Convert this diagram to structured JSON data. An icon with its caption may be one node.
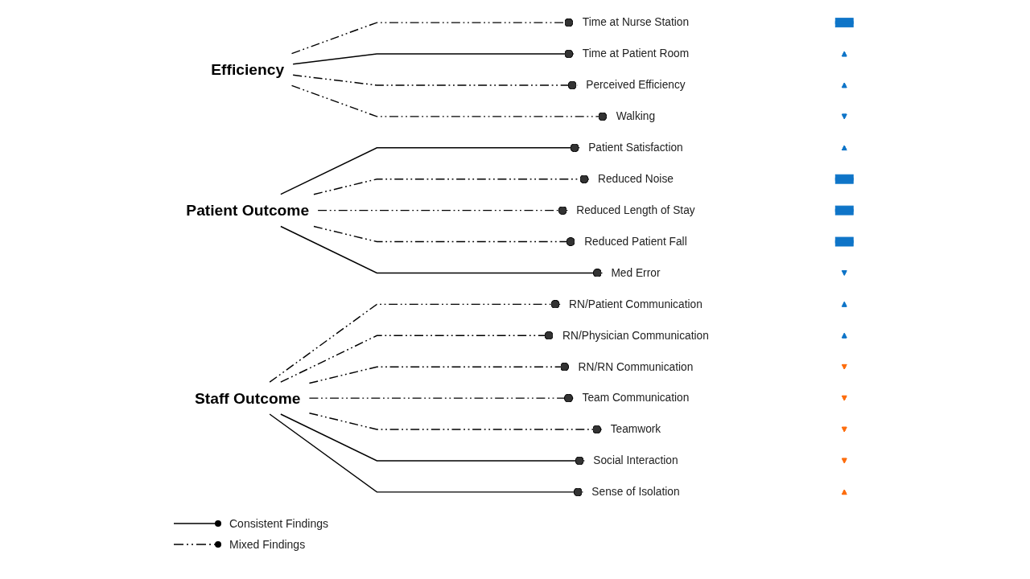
{
  "diagram": {
    "nodes": [
      {
        "text": [
          "Efficiency"
        ]
      },
      {
        "text": [
          "Time at Nurse Station"
        ]
      },
      {
        "text": [],
        "shape": "bars"
      },
      {
        "text": [
          "Time at Patient Room"
        ]
      },
      {
        "text": [],
        "shape": "triangle"
      },
      {
        "text": [
          "Perceived Efficiency"
        ]
      },
      {
        "text": [],
        "shape": "triangle"
      },
      {
        "text": [
          "Walking"
        ]
      },
      {
        "text": [],
        "shape": "inverted-triangle"
      },
      {
        "text": [
          "Patient Outcome"
        ]
      },
      {
        "text": [
          "Patient Satisfaction"
        ]
      },
      {
        "text": [],
        "shape": "triangle"
      },
      {
        "text": [
          "Reduced Noise"
        ]
      },
      {
        "text": [],
        "shape": "bars"
      },
      {
        "text": [
          "Reduced Length of Stay"
        ]
      },
      {
        "text": [],
        "shape": "bars"
      },
      {
        "text": [
          "Reduced Patient Fall"
        ]
      },
      {
        "text": [],
        "shape": "bars"
      },
      {
        "text": [
          "Med Error"
        ]
      },
      {
        "text": [],
        "shape": "inverted-triangle"
      },
      {
        "text": [
          "Staff Outcome"
        ]
      },
      {
        "text": [
          "RN/Patient Communication"
        ]
      },
      {
        "text": [],
        "shape": "triangle"
      },
      {
        "text": [
          "RN/Physician Communication"
        ]
      },
      {
        "text": [],
        "shape": "triangle"
      },
      {
        "text": [
          "RN/RN Communication"
        ]
      },
      {
        "text": [],
        "shape": "inverted-triangle"
      },
      {
        "text": [
          "Team Communication"
        ]
      },
      {
        "text": [],
        "shape": "inverted-triangle"
      },
      {
        "text": [
          "Teamwork"
        ]
      },
      {
        "text": [],
        "shape": "inverted-triangle"
      },
      {
        "text": [
          "Social Interaction"
        ]
      },
      {
        "text": [],
        "shape": "inverted-triangle"
      },
      {
        "text": [
          "Sense of Isolation"
        ]
      },
      {
        "text": [],
        "shape": "triangle"
      }
    ],
    "edges": [
      {
        "from": 0,
        "to": 1,
        "arrow": "other",
        "style": "dashed"
      },
      {
        "from": 0,
        "to": 3,
        "arrow": "other"
      },
      {
        "from": 0,
        "to": 5,
        "arrow": "other",
        "style": "dashed"
      },
      {
        "from": 0,
        "to": 7,
        "arrow": "other",
        "style": "dashed"
      },
      {
        "from": 9,
        "to": 10,
        "arrow": "other"
      },
      {
        "from": 9,
        "to": 12,
        "arrow": "other",
        "style": "dashed"
      },
      {
        "from": 9,
        "to": 14,
        "arrow": "other",
        "style": "dashed"
      },
      {
        "from": 9,
        "to": 16,
        "arrow": "other",
        "style": "dashed"
      },
      {
        "from": 9,
        "to": 18,
        "arrow": "other"
      },
      {
        "from": 20,
        "to": 21,
        "arrow": "other",
        "style": "dashed"
      },
      {
        "from": 20,
        "to": 23,
        "arrow": "other",
        "style": "dashed"
      },
      {
        "from": 20,
        "to": 25,
        "arrow": "other",
        "style": "dashed"
      },
      {
        "from": 20,
        "to": 27,
        "arrow": "other",
        "style": "dashed"
      },
      {
        "from": 20,
        "to": 29,
        "arrow": "other",
        "style": "dashed"
      },
      {
        "from": 20,
        "to": 31,
        "arrow": "other"
      },
      {
        "from": 20,
        "to": 33,
        "arrow": "other"
      }
    ],
    "legend": [
      {
        "text": "Consistent Findings"
      },
      {
        "text": "Mixed Findings"
      }
    ]
  }
}
